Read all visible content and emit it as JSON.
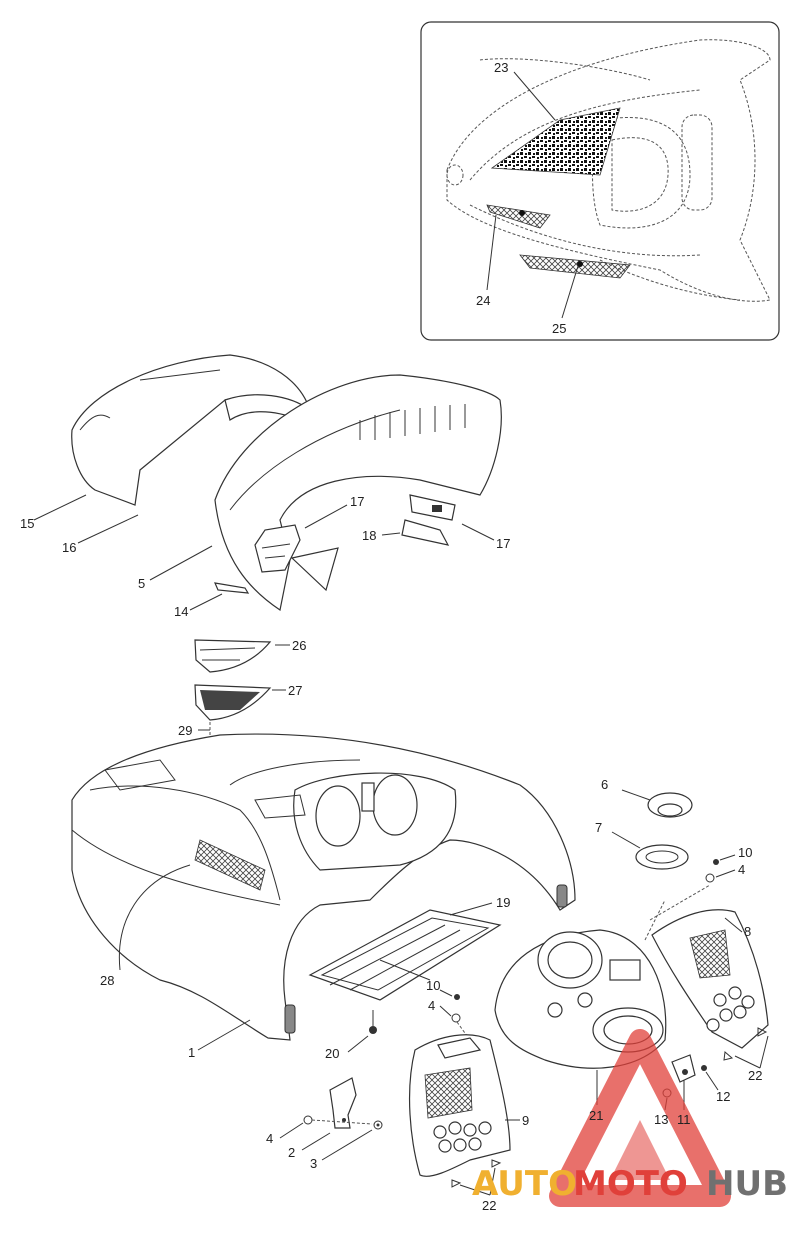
{
  "labels": {
    "p1": "1",
    "p2": "2",
    "p3": "3",
    "p4a": "4",
    "p4b": "4",
    "p4c": "4",
    "p5": "5",
    "p6": "6",
    "p7": "7",
    "p8": "8",
    "p9": "9",
    "p10a": "10",
    "p10b": "10",
    "p11": "11",
    "p12": "12",
    "p13": "13",
    "p14": "14",
    "p15": "15",
    "p16": "16",
    "p17a": "17",
    "p17b": "17",
    "p18": "18",
    "p19": "19",
    "p20": "20",
    "p21": "21",
    "p22a": "22",
    "p22b": "22",
    "p23": "23",
    "p24": "24",
    "p25": "25",
    "p26": "26",
    "p27": "27",
    "p28": "28",
    "p29": "29"
  },
  "watermark": {
    "part1": "AUTO",
    "part2": "MOTO",
    "part3": "HUB",
    "color_orange": "#f0b030",
    "color_red": "#e0403a",
    "color_grey": "#707070"
  }
}
